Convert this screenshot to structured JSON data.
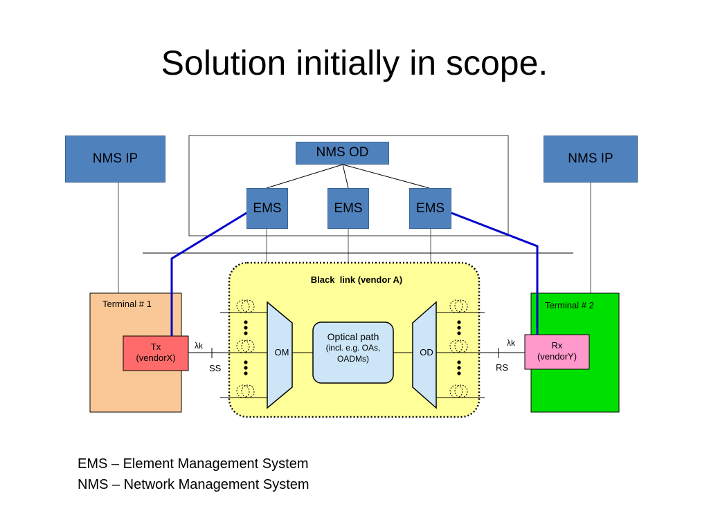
{
  "title": "Solution initially in scope.",
  "nms_ip_left": "NMS IP",
  "nms_ip_right": "NMS IP",
  "nms_od": "NMS OD",
  "ems": [
    "EMS",
    "EMS",
    "EMS"
  ],
  "black_link_label": "Black  link (vendor A)",
  "terminal1": "Terminal # 1",
  "terminal2": "Terminal # 2",
  "tx": {
    "line1": "Tx",
    "line2": "(vendorX)"
  },
  "rx": {
    "line1": "Rx",
    "line2": "(vendorY)"
  },
  "om": "OM",
  "od": "OD",
  "optical_path": {
    "line1": "Optical path",
    "line2": "(incl. e.g. OAs,",
    "line3": "OADMs)"
  },
  "lambda_k": "λk",
  "ss": "SS",
  "rs": "RS",
  "legend": [
    "EMS – Element Management System",
    "NMS – Network Management System"
  ],
  "colors": {
    "nms_blue": "#4f81bd",
    "terminal1": "#fac896",
    "terminal2": "#00e000",
    "tx": "#ff6b6b",
    "rx": "#ff99cc",
    "black_link_bg": "#ffff99",
    "mux": "#cde6f7",
    "mgmt_line": "#0000cc"
  }
}
